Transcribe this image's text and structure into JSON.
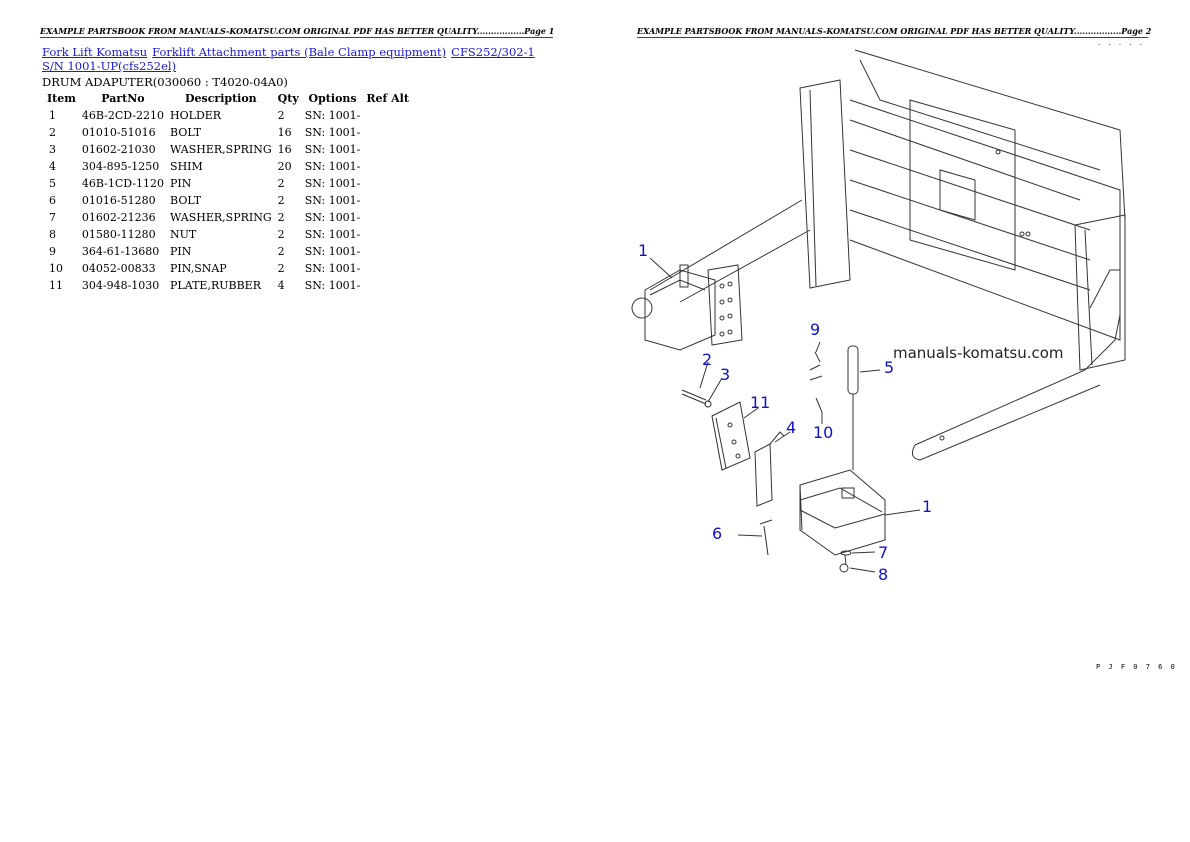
{
  "header": {
    "page1": "EXAMPLE PARTSBOOK FROM MANUALS-KOMATSU.COM ORIGINAL PDF HAS BETTER QUALITY.................Page 1",
    "page2": "EXAMPLE PARTSBOOK FROM MANUALS-KOMATSU.COM ORIGINAL PDF HAS BETTER QUALITY.................Page 2"
  },
  "breadcrumb": {
    "link1": "Fork Lift Komatsu",
    "link2": "Forklift Attachment parts (Bale Clamp equipment)",
    "link3": "CFS252/302-1 S/N 1001-UP(cfs252el)"
  },
  "subtitle": "DRUM ADAPUTER(030060 : T4020-04A0)",
  "table": {
    "headers": [
      "Item",
      "PartNo",
      "Description",
      "Qty",
      "Options",
      "Ref Alt"
    ],
    "rows": [
      [
        "1",
        "46B-2CD-2210",
        "HOLDER",
        "2",
        "SN: 1001-",
        ""
      ],
      [
        "2",
        "01010-51016",
        "BOLT",
        "16",
        "SN: 1001-",
        ""
      ],
      [
        "3",
        "01602-21030",
        "WASHER,SPRING",
        "16",
        "SN: 1001-",
        ""
      ],
      [
        "4",
        "304-895-1250",
        "SHIM",
        "20",
        "SN: 1001-",
        ""
      ],
      [
        "5",
        "46B-1CD-1120",
        "PIN",
        "2",
        "SN: 1001-",
        ""
      ],
      [
        "6",
        "01016-51280",
        "BOLT",
        "2",
        "SN: 1001-",
        ""
      ],
      [
        "7",
        "01602-21236",
        "WASHER,SPRING",
        "2",
        "SN: 1001-",
        ""
      ],
      [
        "8",
        "01580-11280",
        "NUT",
        "2",
        "SN: 1001-",
        ""
      ],
      [
        "9",
        "364-61-13680",
        "PIN",
        "2",
        "SN: 1001-",
        ""
      ],
      [
        "10",
        "04052-00833",
        "PIN,SNAP",
        "2",
        "SN: 1001-",
        ""
      ],
      [
        "11",
        "304-948-1030",
        "PLATE,RUBBER",
        "4",
        "SN: 1001-",
        ""
      ]
    ]
  },
  "diagram": {
    "watermark": "manuals-komatsu.com",
    "drawing_code": "P J F 0 7 6 0",
    "corner_dots": "· · · · ·",
    "callouts": [
      "1",
      "2",
      "3",
      "11",
      "4",
      "9",
      "5",
      "10",
      "6",
      "1",
      "7",
      "8"
    ],
    "callout_color": "#1010d0"
  }
}
